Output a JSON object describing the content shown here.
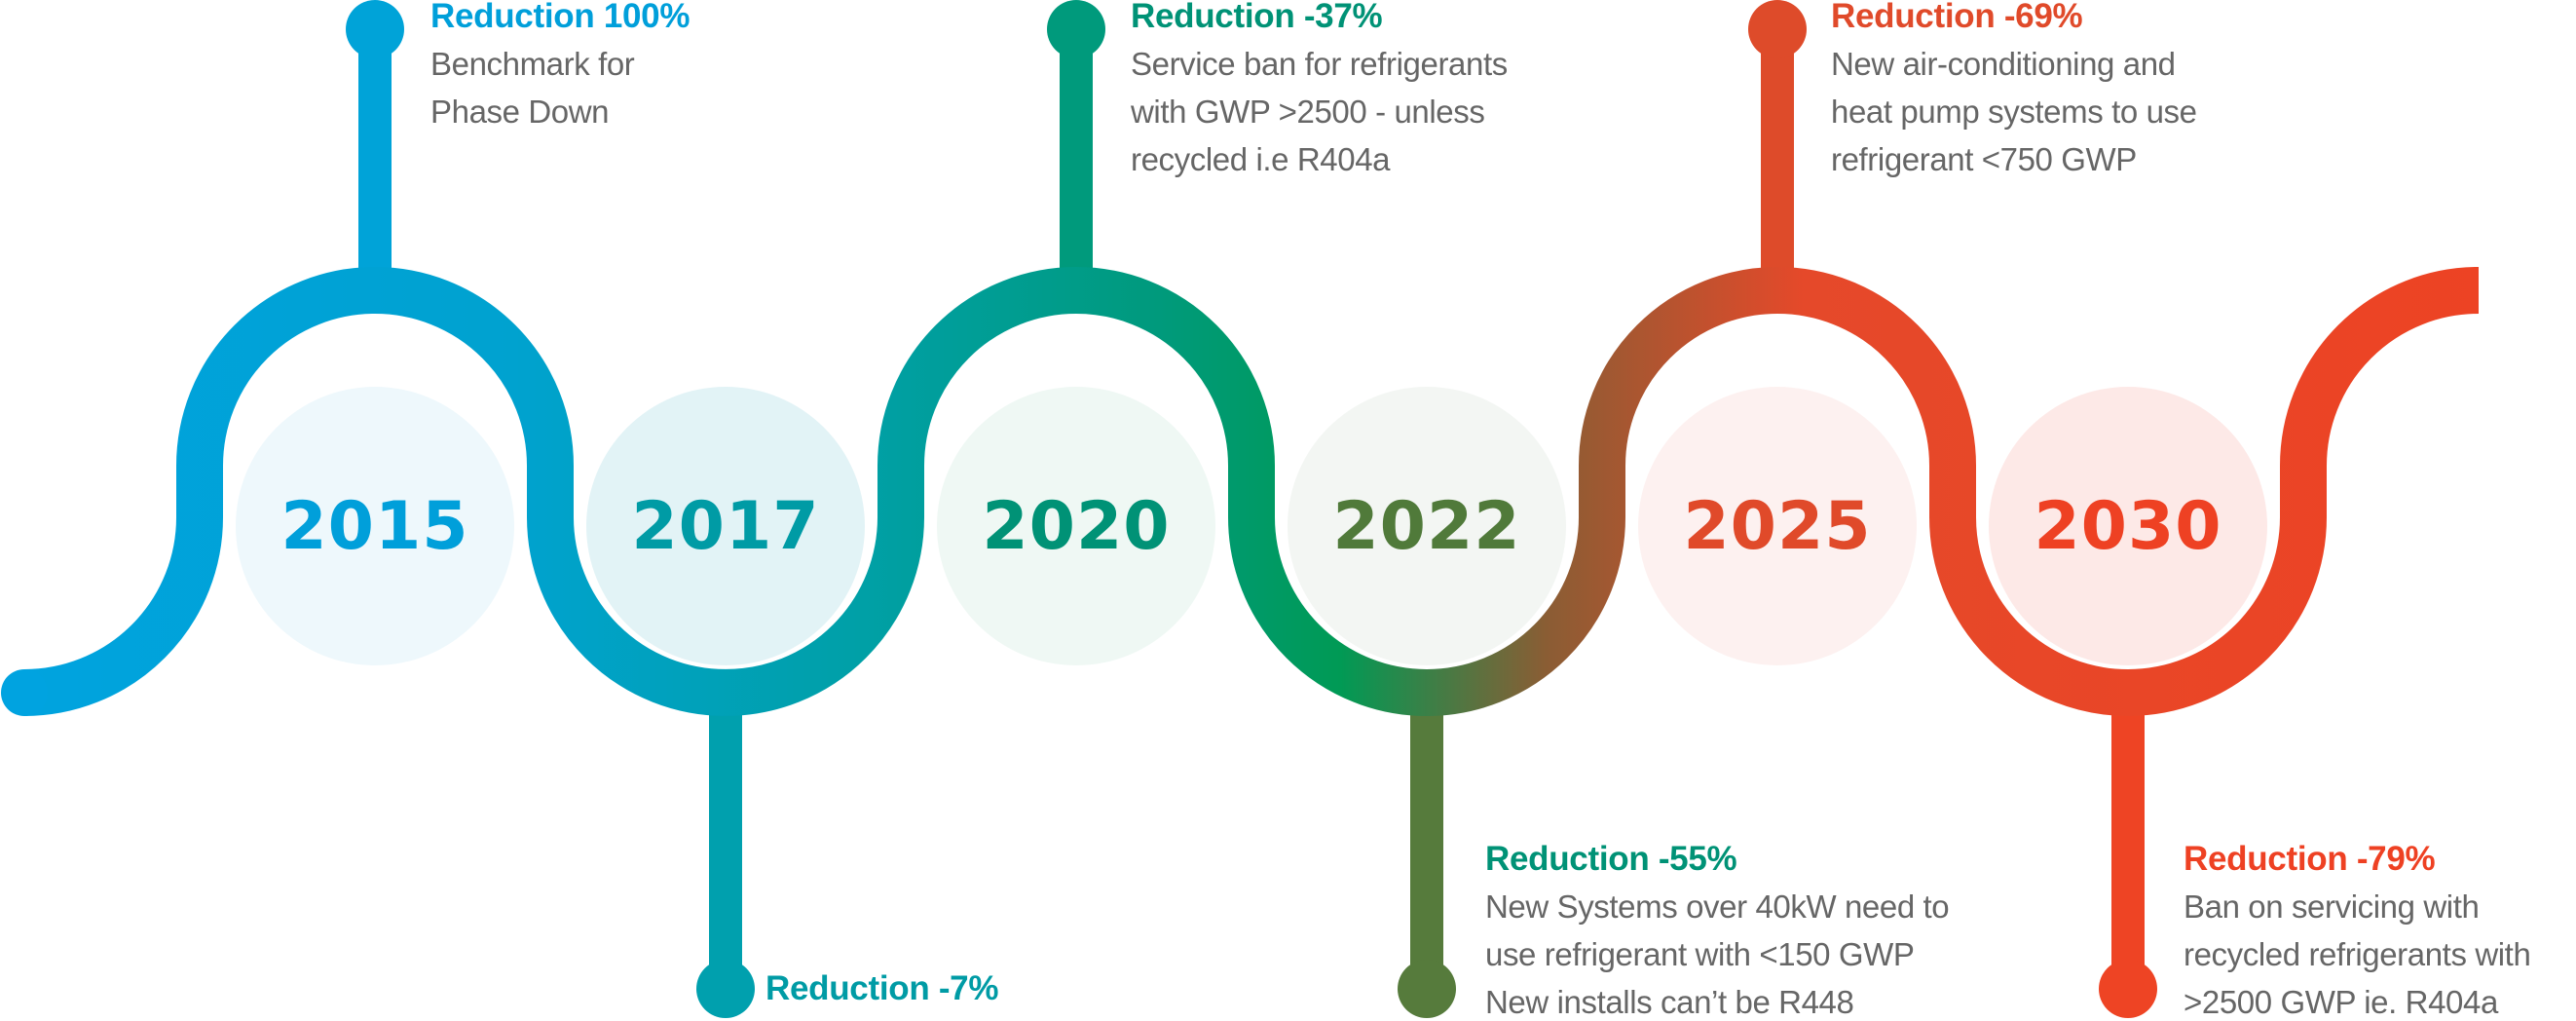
{
  "milestones": [
    {
      "year": "2015",
      "title": "Reduction 100%",
      "lines": [
        "Benchmark for",
        "Phase Down"
      ],
      "color": "#009fda",
      "stem": "#00a3d8",
      "bg": "#eef8fc"
    },
    {
      "year": "2017",
      "title": "Reduction -7%",
      "lines": [],
      "color": "#009ba5",
      "stem": "#00a0ae",
      "bg": "#e2f3f6"
    },
    {
      "year": "2020",
      "title": "Reduction -37%",
      "lines": [
        "Service ban for refrigerants",
        "with GWP >2500 - unless",
        "recycled i.e R404a"
      ],
      "color": "#009276",
      "stem": "#009a7c",
      "bg": "#eff8f4"
    },
    {
      "year": "2022",
      "title": "Reduction -55%",
      "lines": [
        "New Systems over 40kW need to",
        "use refrigerant with <150 GWP",
        "New installs can’t be R448"
      ],
      "color": "#009276",
      "yearColor": "#507a3a",
      "stem": "#567b3c",
      "bg": "#f3f6f3"
    },
    {
      "year": "2025",
      "title": "Reduction -69%",
      "lines": [
        "New air-conditioning and",
        "heat pump systems to use",
        "refrigerant <750 GWP"
      ],
      "color": "#e04a2a",
      "stem": "#de4b2a",
      "bg": "#fdf1f0"
    },
    {
      "year": "2030",
      "title": "Reduction -79%",
      "lines": [
        "Ban on servicing with",
        "recycled refrigerants with",
        ">2500 GWP ie. R404a"
      ],
      "color": "#ee4123",
      "stem": "#ee4424",
      "bg": "#fde9e7"
    }
  ]
}
